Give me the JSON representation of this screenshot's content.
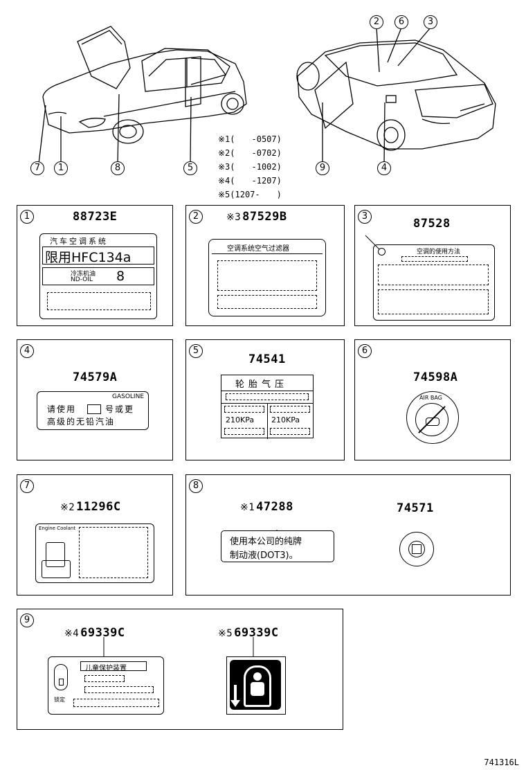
{
  "callouts": [
    "1",
    "2",
    "3",
    "4",
    "5",
    "6",
    "7",
    "8",
    "9"
  ],
  "legend": [
    {
      "mark": "※1",
      "range": "(　　-0507)"
    },
    {
      "mark": "※2",
      "range": "(　　-0702)"
    },
    {
      "mark": "※3",
      "range": "(　　-1002)"
    },
    {
      "mark": "※4",
      "range": "(　　-1207)"
    },
    {
      "mark": "※5",
      "range": "(1207-　　)"
    }
  ],
  "panels": {
    "p1": {
      "num": "1",
      "part": "88723E",
      "title": "汽车空调系统",
      "big": "限用HFC134a",
      "sub": "冷冻机油",
      "oil": "ND-OIL",
      "oilnum": "8"
    },
    "p2": {
      "num": "2",
      "mark": "※3",
      "part": "87529B",
      "title": "空调系统空气过滤器"
    },
    "p3": {
      "num": "3",
      "part": "87528",
      "title": "空调的使用方法"
    },
    "p4": {
      "num": "4",
      "part": "74579A",
      "brand": "GASOLINE",
      "line1": "请使用",
      "line1b": "号或更",
      "line2": "高级的无铅汽油"
    },
    "p5": {
      "num": "5",
      "part": "74541",
      "title": "轮胎气压",
      "left": "210KPa",
      "right": "210KPa"
    },
    "p6": {
      "num": "6",
      "part": "74598A",
      "ring": "AIR BAG"
    },
    "p7": {
      "num": "7",
      "mark": "※2",
      "part": "11296C",
      "engine": "Engine Coolant"
    },
    "p8": {
      "num": "8",
      "mark": "※1",
      "part": "47288",
      "line1": "使用本公司的纯牌",
      "line2": "制动液(DOT3)。",
      "part2": "74571"
    },
    "p9": {
      "num": "9",
      "mark": "※4",
      "part": "69339C",
      "title": "儿童保护装置",
      "note": "锁定",
      "mark2": "※5",
      "part2": "69339C"
    }
  },
  "footer": {
    "code": "741316L"
  }
}
